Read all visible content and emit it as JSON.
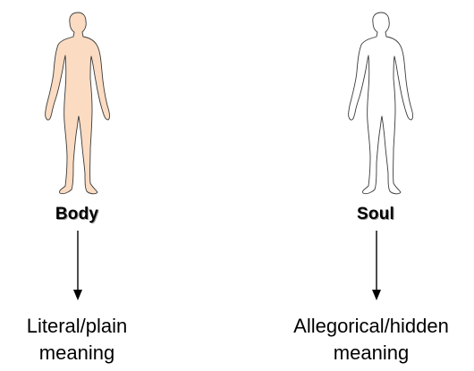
{
  "columns": [
    {
      "figure_icon": "human-figure-filled-icon",
      "figure_color": "#fbdcc2",
      "label": "Body",
      "meaning_line1": "Literal/plain",
      "meaning_line2": "meaning"
    },
    {
      "figure_icon": "human-figure-outline-icon",
      "figure_color": "#ffffff",
      "label": "Soul",
      "meaning_line1": "Allegorical/hidden",
      "meaning_line2": "meaning"
    }
  ]
}
